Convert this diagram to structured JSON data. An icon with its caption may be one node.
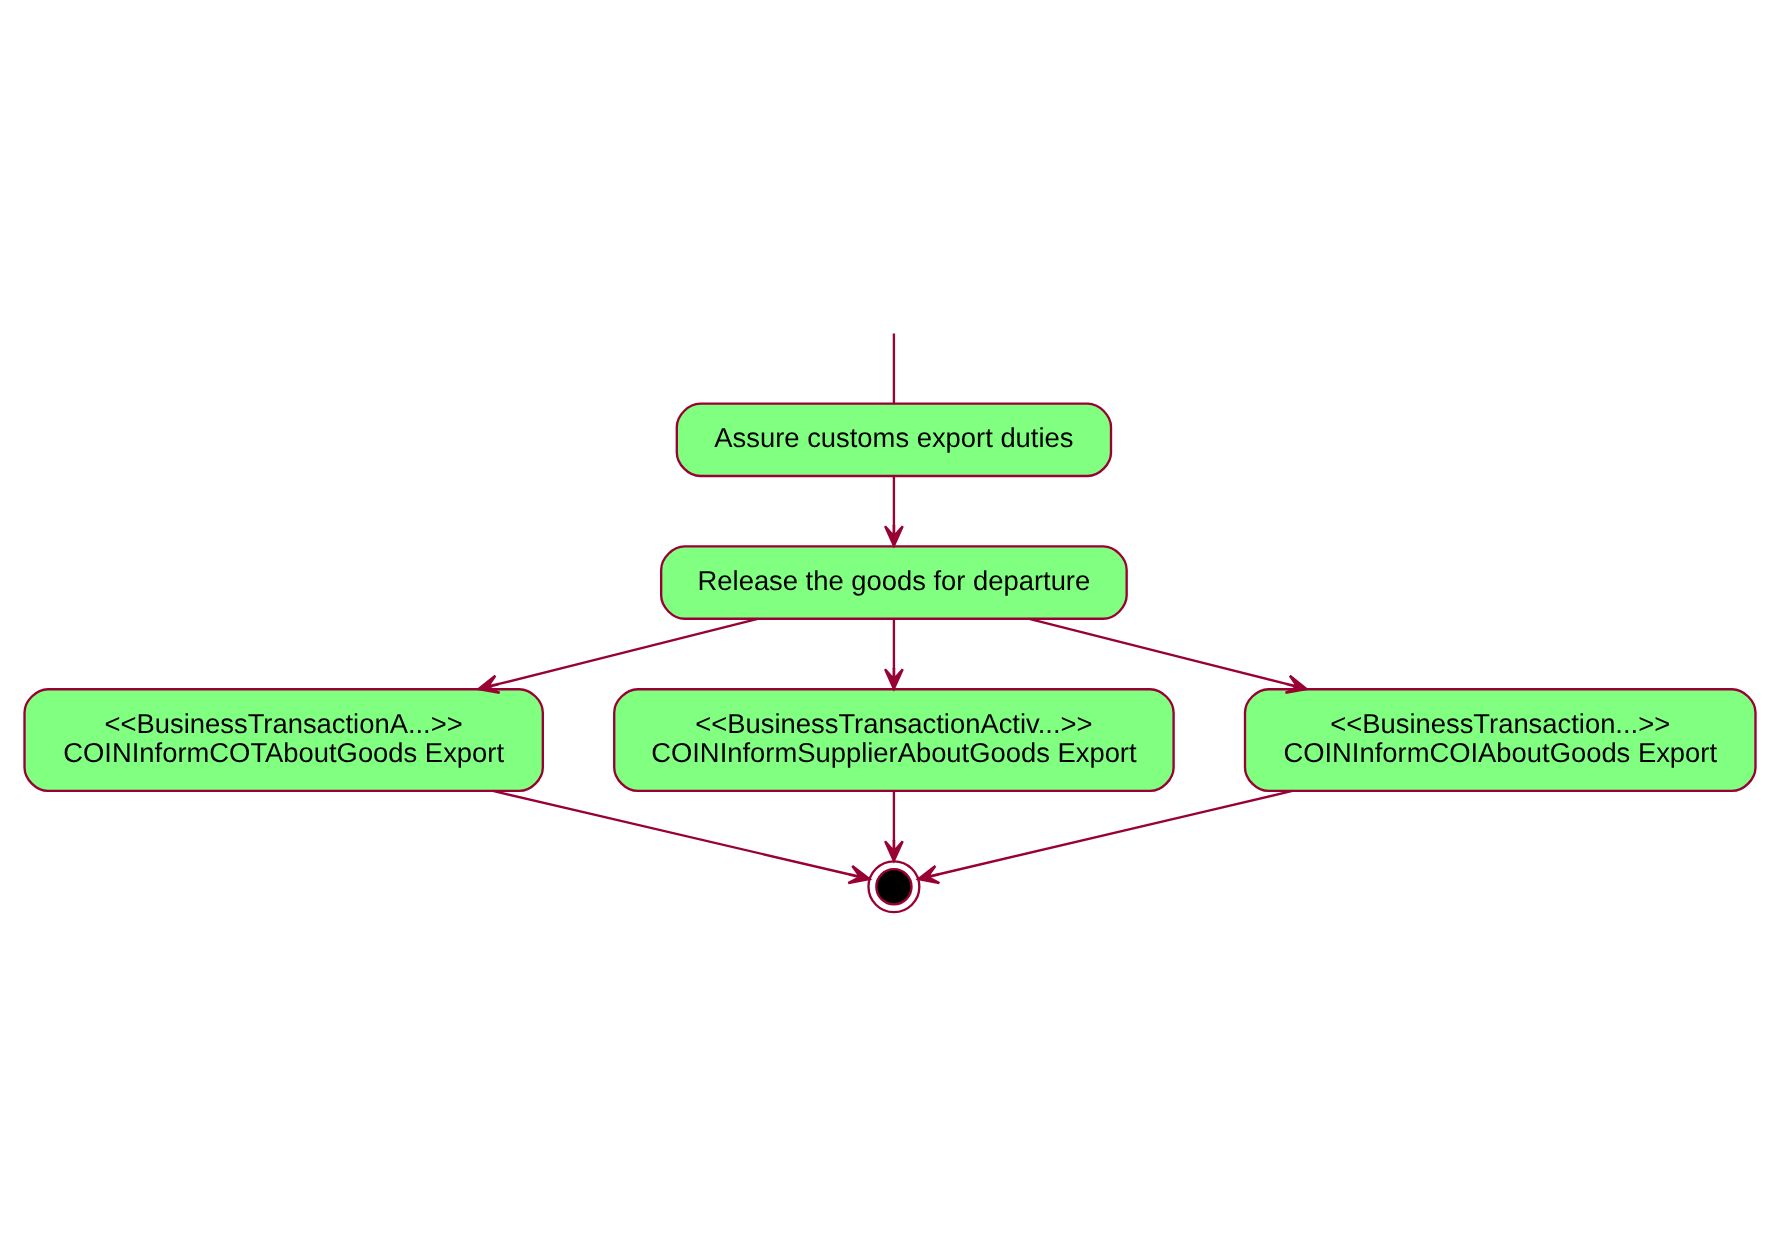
{
  "diagram": {
    "nodes": [
      {
        "text": [
          "Assure customs export duties"
        ]
      },
      {
        "text": [
          "Release the goods for departure"
        ]
      },
      {
        "text": [
          "<<BusinessTransactionA...>>",
          "COINInformCOTAboutGoods Export"
        ]
      },
      {
        "text": [
          "<<BusinessTransactionActiv...>>",
          "COINInformSupplierAboutGoods Export"
        ]
      },
      {
        "text": [
          "<<BusinessTransaction...>>",
          "COINInformCOIAboutGoods Export"
        ]
      },
      {
        "text": [],
        "shape": "circle"
      }
    ],
    "edges": [
      {
        "from": null,
        "to": 0,
        "arrow": "none"
      },
      {
        "from": 0,
        "to": 1,
        "arrow": "to"
      },
      {
        "from": 1,
        "to": 2,
        "arrow": "to"
      },
      {
        "from": 1,
        "to": 3,
        "arrow": "to"
      },
      {
        "from": 1,
        "to": 4,
        "arrow": "to"
      },
      {
        "from": 3,
        "to": 5,
        "arrow": "to"
      },
      {
        "from": 2,
        "to": 5,
        "arrow": "to"
      },
      {
        "from": 4,
        "to": 5,
        "arrow": "to"
      }
    ]
  }
}
